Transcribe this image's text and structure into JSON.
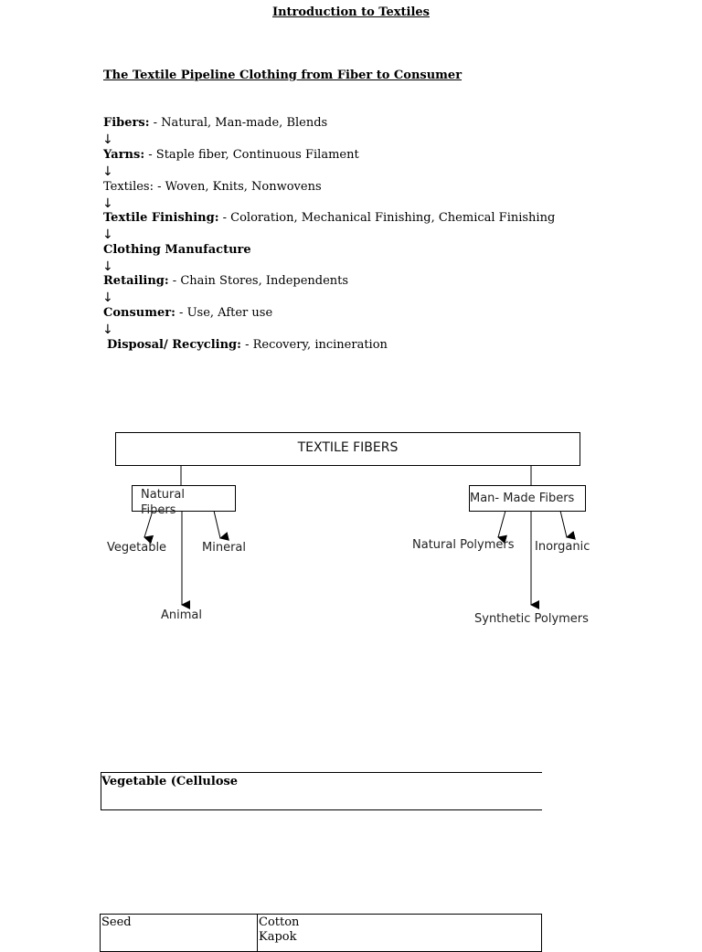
{
  "document": {
    "title": "Introduction to Textiles",
    "subtitle": "The Textile Pipeline Clothing from Fiber to Consumer"
  },
  "pipeline": [
    {
      "label": "Fibers:",
      "text": " - Natural, Man-made, Blends",
      "bold": true
    },
    {
      "label": "Yarns:",
      "text": " - Staple fiber, Continuous Filament",
      "bold": true
    },
    {
      "label": "",
      "text": "Textiles: - Woven, Knits, Nonwovens",
      "bold": false
    },
    {
      "label": "Textile Finishing:",
      "text": " - Coloration, Mechanical Finishing, Chemical Finishing",
      "bold": true
    },
    {
      "label": "Clothing Manufacture",
      "text": "",
      "bold": true
    },
    {
      "label": "Retailing:",
      "text": " - Chain Stores, Independents",
      "bold": true
    },
    {
      "label": "Consumer:",
      "text": " - Use, After use",
      "bold": true
    },
    {
      "label": "Disposal/ Recycling:",
      "text": " - Recovery, incineration",
      "bold": true
    }
  ],
  "arrow_glyph": "↓",
  "diagram": {
    "root": "TEXTILE FIBERS",
    "natural": "Natural Fibers",
    "manmade": "Man- Made Fibers",
    "vegetable": "Vegetable",
    "mineral": "Mineral",
    "animal": "Animal",
    "natural_polymers": "Natural Polymers",
    "inorganic": "Inorganic",
    "synthetic_polymers": "Synthetic Polymers"
  },
  "section": {
    "heading": "Vegetable (Cellulose"
  },
  "table": {
    "rows": [
      {
        "col1": "Seed",
        "col2": "Cotton"
      }
    ],
    "partial_text": "Kapok"
  }
}
